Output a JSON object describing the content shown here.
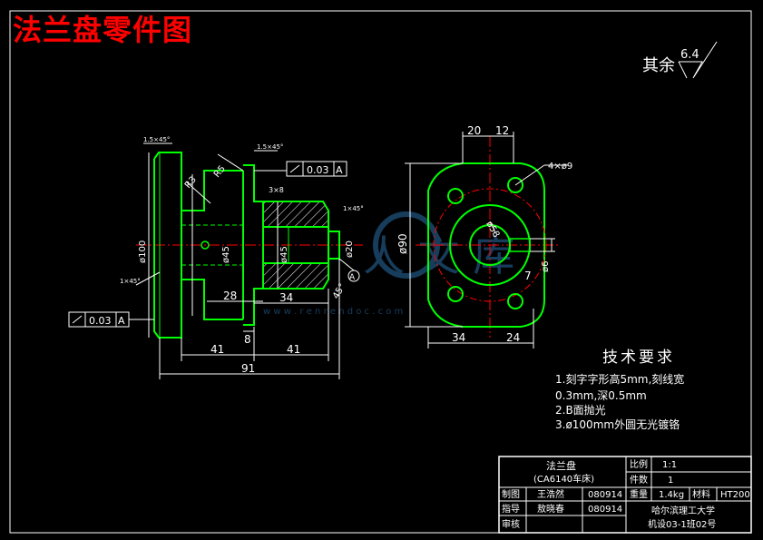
{
  "title": "法兰盘零件图",
  "surface_note": {
    "prefix": "其余",
    "value": "6.4"
  },
  "watermark": {
    "text": "人 文 库",
    "url": "w w w . r e n r e n d o c . c o m"
  },
  "colors": {
    "background": "#000000",
    "outline": "#00ff00",
    "dimension": "#ffffff",
    "center_line": "#ff0000",
    "hatch": "#ffffff",
    "title_text": "#ff0000",
    "watermark": "#2a6fa8"
  },
  "left_view": {
    "chamfers": [
      "1.5×45°",
      "1.5×45°",
      "1×45°",
      "1×45°"
    ],
    "radii": [
      "R3",
      "R5"
    ],
    "diameters": [
      "ø100",
      "ø45",
      "ø45",
      "ø20"
    ],
    "dims": [
      "3×8",
      "28",
      "34",
      "8",
      "41",
      "41",
      "91"
    ],
    "tol_frame_top": {
      "value": "0.03",
      "datum": "A"
    },
    "tol_frame_bottom": {
      "value": "0.03",
      "datum": "A"
    },
    "datum_label": "A",
    "angle": "45°"
  },
  "right_view": {
    "dims_top": [
      "20",
      "12"
    ],
    "dims_bottom": [
      "34",
      "24"
    ],
    "holes": "4×ø9",
    "diameters": [
      "ø90",
      "ø6",
      "ø58"
    ],
    "small_dim": "7"
  },
  "tech_requirements": {
    "title": "技术要求",
    "items": [
      "1.刻字字形高5mm,刻线宽",
      "0.3mm,深0.5mm",
      "2.B面抛光",
      "3.ø100mm外圆无光镀铬"
    ]
  },
  "title_block": {
    "part_name": "法兰盘",
    "part_sub": "(CA6140车床)",
    "scale_label": "比例",
    "scale_value": "1:1",
    "count_label": "件数",
    "count_value": "1",
    "rows": [
      {
        "role": "制图",
        "name": "王浩然",
        "date": "080914"
      },
      {
        "role": "指导",
        "name": "敖晓春",
        "date": "080914"
      },
      {
        "role": "审核",
        "name": "",
        "date": ""
      }
    ],
    "weight_label": "重量",
    "weight_value": "1.4kg",
    "material_label": "材料",
    "material_value": "HT200",
    "school": "哈尔滨理工大学",
    "class": "机设03-1班02号"
  }
}
